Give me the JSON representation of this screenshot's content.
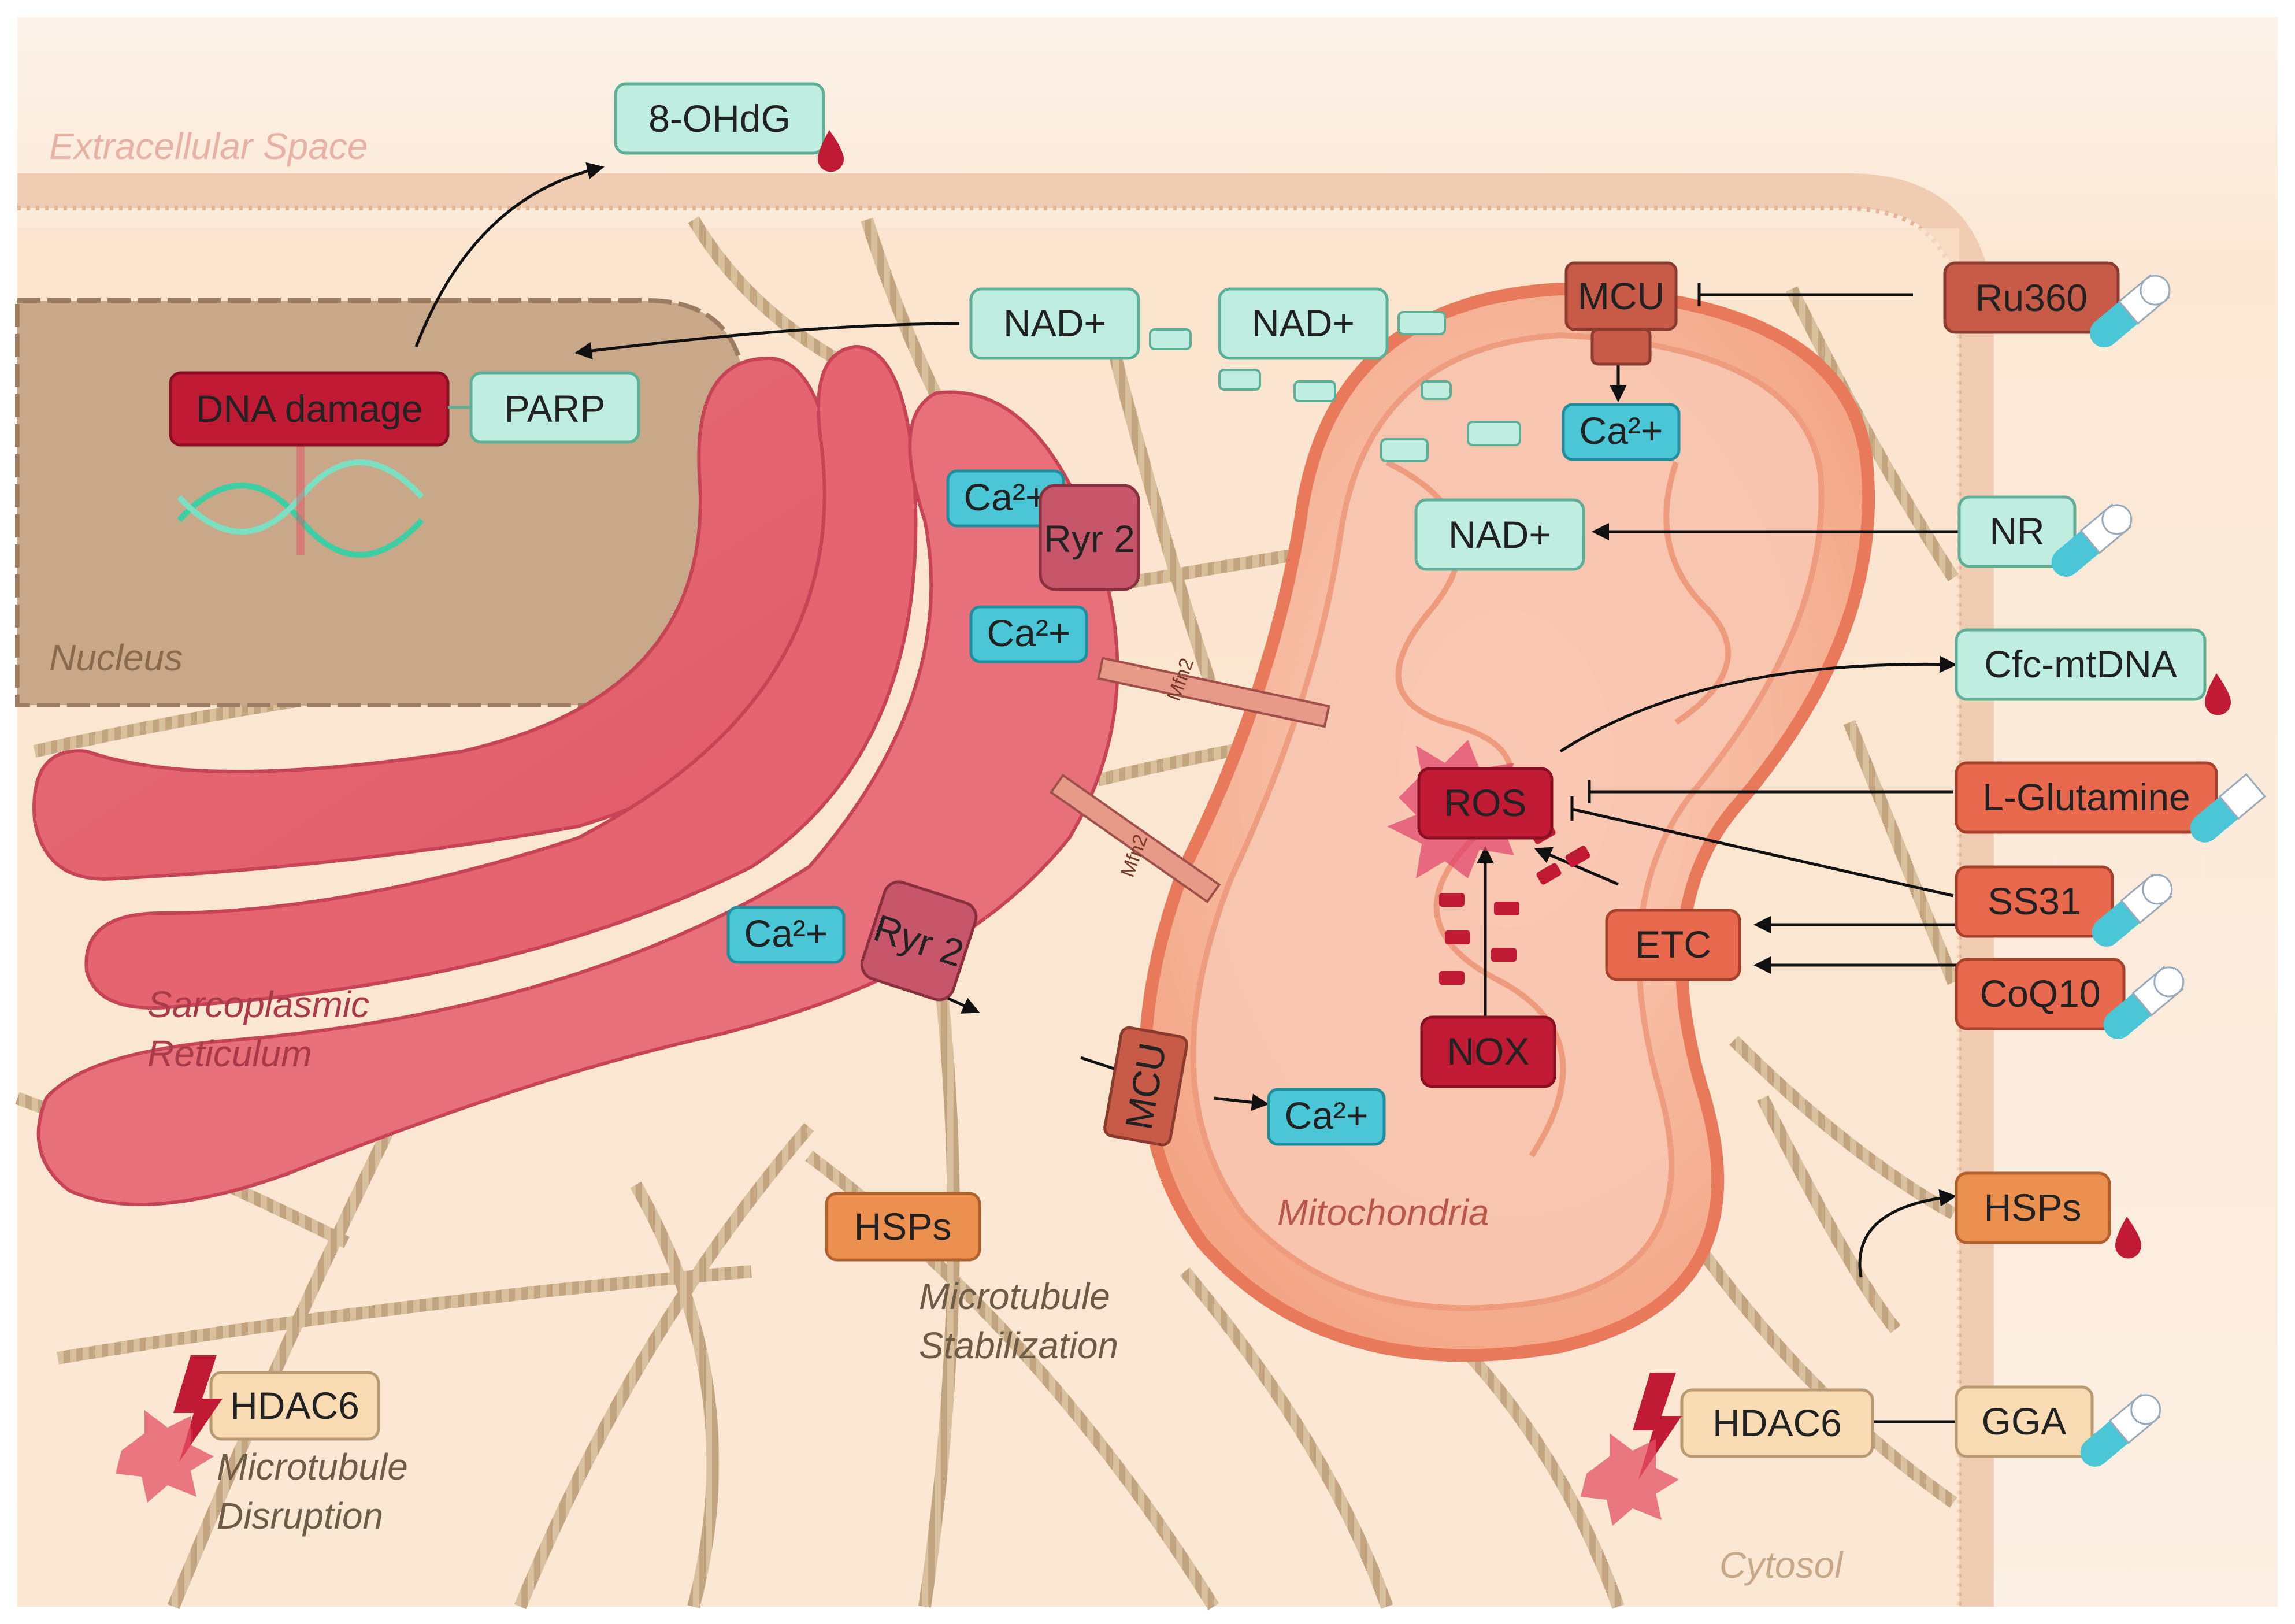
{
  "regions": {
    "extracellular": "Extracellular Space",
    "nucleus": "Nucleus",
    "sr_line1": "Sarcoplasmic",
    "sr_line2": "Reticulum",
    "mitochondria": "Mitochondria",
    "cytosol": "Cytosol",
    "mt_stab_line1": "Microtubule",
    "mt_stab_line2": "Stabilization",
    "mt_disr_line1": "Microtubule",
    "mt_disr_line2": "Disruption"
  },
  "labels": {
    "ohdg": "8-OHdG",
    "dna_damage": "DNA damage",
    "parp": "PARP",
    "nad_1": "NAD+",
    "nad_2": "NAD+",
    "nad_3": "NAD+",
    "mcu_top": "MCU",
    "mcu_bottom": "MCU",
    "ca_mcu_top": "Ca²+",
    "ca_ryr_top": "Ca²+",
    "ca_sr_mid": "Ca²+",
    "ca_ryr_bottom": "Ca²+",
    "ca_mcu_bottom": "Ca²+",
    "ryr_top": "Ryr 2",
    "ryr_bottom": "Ryr 2",
    "mfn_1": "Mfn2",
    "mfn_2": "Mfn2",
    "ros": "ROS",
    "etc": "ETC",
    "nox": "NOX",
    "hsps_mid": "HSPs",
    "hsps_right": "HSPs",
    "hdac6_left": "HDAC6",
    "hdac6_right": "HDAC6",
    "ru360": "Ru360",
    "nr": "NR",
    "cfc": "Cfc-mtDNA",
    "lglut": "L-Glutamine",
    "ss31": "SS31",
    "coq10": "CoQ10",
    "gga": "GGA"
  },
  "colors": {
    "background": "#fbe9d8",
    "membrane": "#f1cdb3",
    "nucleus": "#c9a88a",
    "sr": "#e2606c",
    "mito_outer": "#f09a78",
    "mito_inner": "#f6b9a0",
    "mint": "#bfeee0",
    "mint_border": "#5fae98",
    "cyan": "#4bc6d6",
    "red_dark": "#c01a35",
    "brick": "#c85a48",
    "orange": "#ec9050",
    "beige": "#f9dbb3",
    "microtubule": "#c9ad84",
    "blood": "#c01a35"
  },
  "icons": [
    "blood-drop-icon",
    "pill-capsule-icon",
    "lightning-bolt-icon",
    "burst-star-icon",
    "dna-helix-icon"
  ]
}
